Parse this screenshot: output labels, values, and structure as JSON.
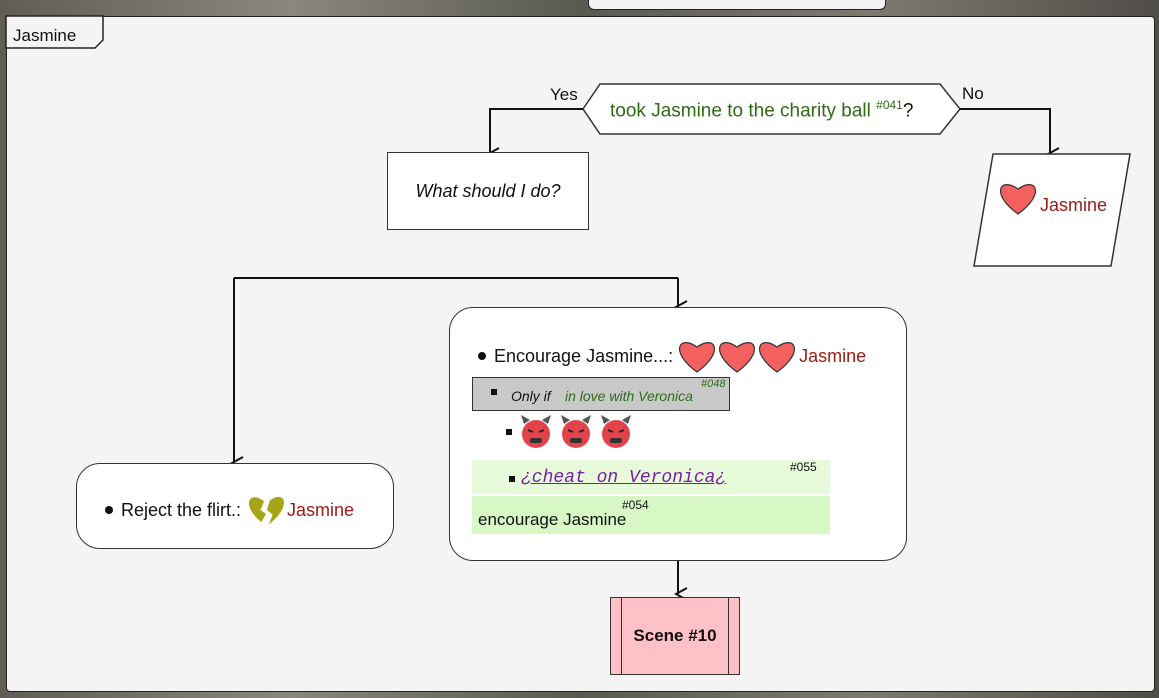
{
  "panel": {
    "tab_label": "Jasmine"
  },
  "decision": {
    "condition_text": "took Jasmine to the charity ball",
    "condition_ref": "#041",
    "question_mark": "?",
    "yes_label": "Yes",
    "no_label": "No"
  },
  "yes_branch": {
    "note_text": "What should I do?"
  },
  "no_branch": {
    "heart_icon": "heart-icon",
    "character": "Jasmine"
  },
  "reject_option": {
    "label": "Reject the flirt.:",
    "icon": "broken-heart-icon",
    "character": "Jasmine"
  },
  "encourage_option": {
    "label": "Encourage Jasmine...:",
    "heart_icons": [
      "heart-icon",
      "heart-icon",
      "heart-icon"
    ],
    "character": "Jasmine",
    "condition": {
      "prefix": "Only if",
      "text": "in love with Veronica",
      "ref": "#048"
    },
    "devil_icons": [
      "devil-face-icon",
      "devil-face-icon",
      "devil-face-icon"
    ],
    "cheat": {
      "text": "¿cheat on Veronica¿",
      "ref": "#055"
    },
    "effect": {
      "text": "encourage Jasmine",
      "ref": "#054"
    }
  },
  "scene": {
    "label": "Scene #10"
  },
  "colors": {
    "condition_green": "#2f6a16",
    "character_red": "#9b1a12",
    "scene_pink": "#ffc1c8",
    "effect_green_bg": "#d7f7c4",
    "condition_grey_bg": "#c8c8c8",
    "cheat_purple": "#7a1fa2"
  }
}
